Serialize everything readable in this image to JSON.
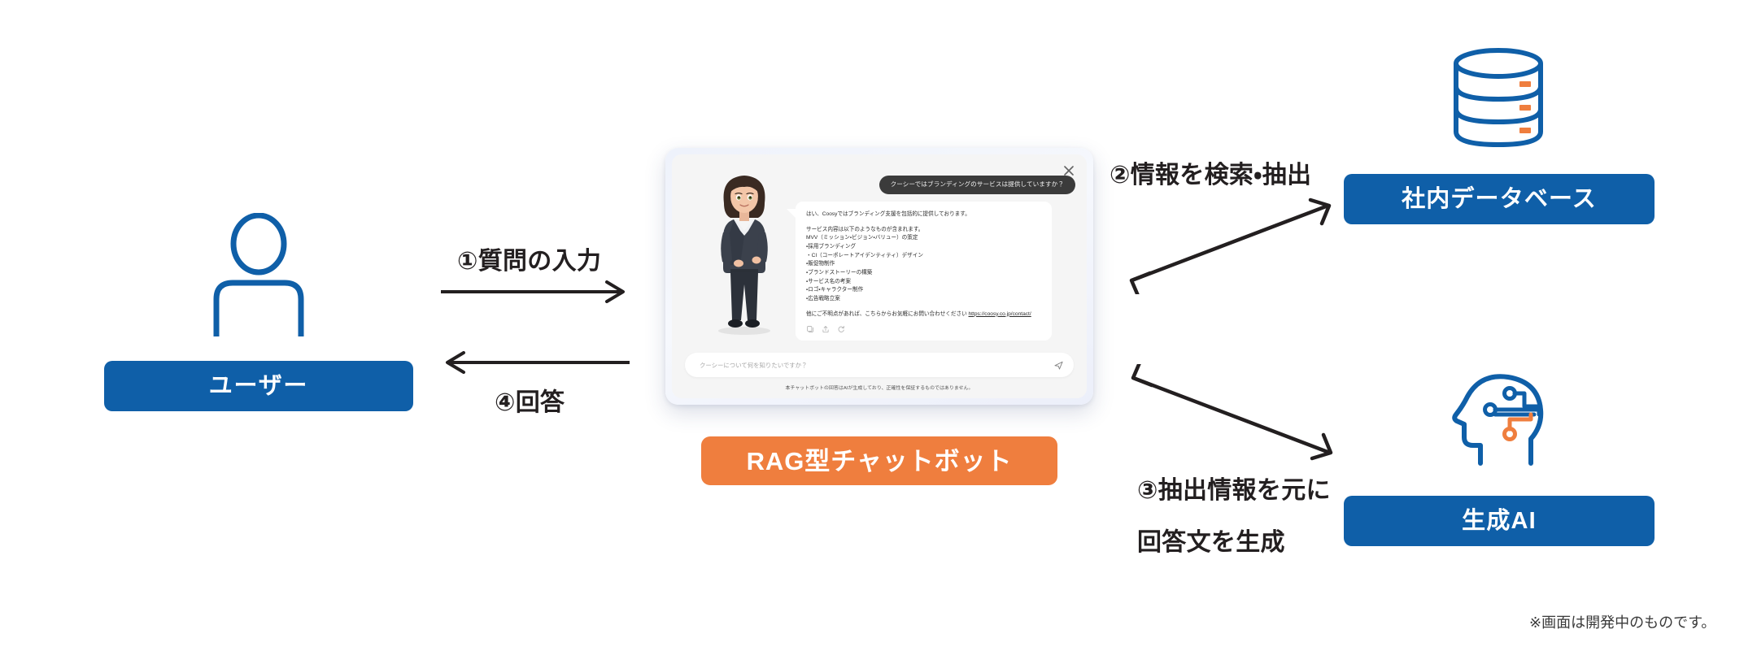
{
  "diagram": {
    "title": "RAG型チャットボットフロー図",
    "colors": {
      "brand_blue": "#0f5fa8",
      "accent_orange": "#ef7e3e",
      "arrow_black": "#231f20",
      "panel_bg": "#f5f5f5"
    }
  },
  "user": {
    "icon": "person-icon",
    "label": "ユーザー"
  },
  "flow": {
    "step1": "①質問の入力",
    "step4": "④回答",
    "step2": "②情報を検索・抽出",
    "step3_line1": "③抽出情報を元に",
    "step3_line2": "回答文を生成"
  },
  "rag_badge": {
    "label": "RAG型チャットボット"
  },
  "chatbot": {
    "close_icon": "close-icon",
    "avatar_alt": "アバター（スーツ姿の女性キャラクター）",
    "user_message": "クーシーではブランディングのサービスは提供していますか？",
    "bot_intro": "はい、Coosyではブランディング支援を包括的に提供しております。",
    "bot_services_head": "サービス内容は以下のようなものが含まれます。",
    "bot_mvv_line": "MVV（ミッション・ビジョン・バリュー）の策定",
    "bot_bullets": [
      "・採用ブランディング",
      "・CI（コーポレートアイデンティティ）デザイン",
      "・販促物制作",
      "・ブランドストーリーの構築",
      "・サービス名の考案",
      "・ロゴ・キャラクター制作",
      "・広告戦略立案"
    ],
    "bot_contact_prefix": "他にご不明点があれば、こちらからお気軽にお問い合わせください ",
    "bot_contact_link": "https://coosy.co.jp/contact/",
    "actions": [
      "copy-icon",
      "share-icon",
      "regenerate-icon"
    ],
    "input_placeholder": "クーシーについて何を知りたいですか？",
    "input_value": "",
    "send_icon": "send-icon",
    "disclaimer": "本チャットボットの回答はAIが生成しており、正確性を保証するものではありません。"
  },
  "database": {
    "icon": "database-icon",
    "label": "社内データベース"
  },
  "ai": {
    "icon": "ai-head-icon",
    "label": "生成AI"
  },
  "footnote": {
    "text": "※画面は開発中のものです。"
  }
}
